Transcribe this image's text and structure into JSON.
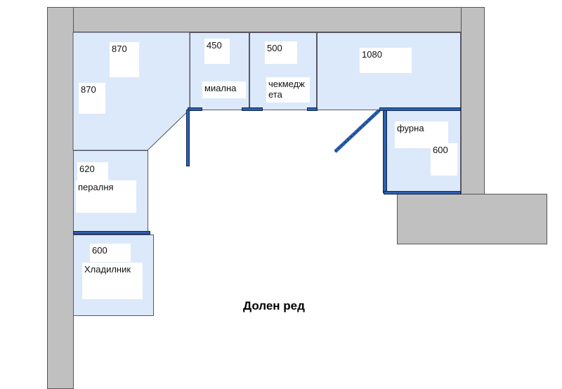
{
  "title": "Долен ред",
  "labels": {
    "corner_w": "870",
    "corner_h": "870",
    "sink_w": "450",
    "sink_name": "миална",
    "drawers_w": "500",
    "drawers_name": "чекмеджета",
    "right_w": "1080",
    "oven_name": "фурна",
    "oven_w": "600",
    "washer_w": "620",
    "washer_name": "пералня",
    "fridge_w": "600",
    "fridge_name": "Хладилник"
  },
  "colors": {
    "wall": "#c0c0c0",
    "cabinet": "#dce9fb",
    "door": "#2c5fb0"
  }
}
